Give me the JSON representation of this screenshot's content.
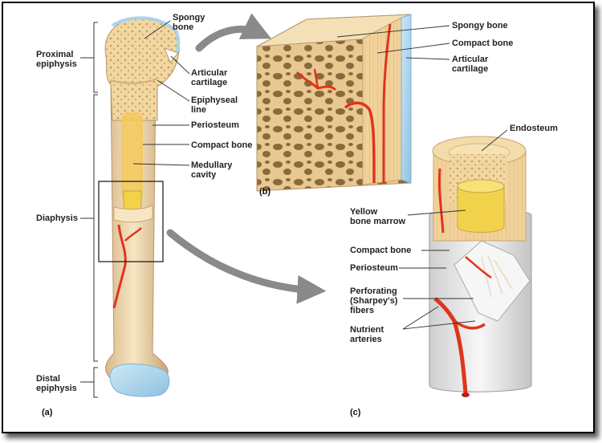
{
  "labels": {
    "a_spongy_bone": "Spongy\nbone",
    "a_proximal_epiphysis": "Proximal\nepiphysis",
    "a_articular_cartilage": "Articular\ncartilage",
    "a_epiphyseal_line": "Epiphyseal\nline",
    "a_periosteum": "Periosteum",
    "a_compact_bone": "Compact bone",
    "a_medullary_cavity": "Medullary\ncavity",
    "a_diaphysis": "Diaphysis",
    "a_distal_epiphysis": "Distal\nepiphysis",
    "b_spongy_bone": "Spongy bone",
    "b_compact_bone": "Compact bone",
    "b_articular_cartilage": "Articular\ncartilage",
    "c_endosteum": "Endosteum",
    "c_yellow_bone_marrow": "Yellow\nbone marrow",
    "c_compact_bone": "Compact bone",
    "c_periosteum": "Periosteum",
    "c_perforating_fibers": "Perforating\n(Sharpey's)\nfibers",
    "c_nutrient_arteries": "Nutrient\narteries"
  },
  "panels": {
    "a": "(a)",
    "b": "(b)",
    "c": "(c)"
  },
  "colors": {
    "bone": "#f3dcaa",
    "bone_shadow": "#d9b77c",
    "spongy_pore": "#c79a55",
    "marrow": "#f2d24a",
    "cartilage": "#a9d4ee",
    "artery": "#e0341c",
    "arrow": "#8a8a8a"
  }
}
